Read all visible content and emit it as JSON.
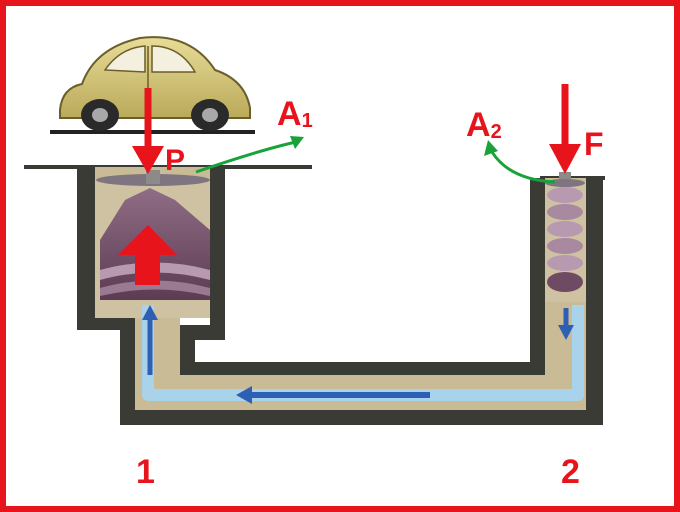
{
  "labels": {
    "car_force": "P",
    "piston1_area": "A",
    "piston1_area_sub": "1",
    "piston2_area": "A",
    "piston2_area_sub": "2",
    "applied_force": "F",
    "cylinder1": "1",
    "cylinder2": "2"
  },
  "colors": {
    "frame": "#e8141b",
    "label": "#e8141b",
    "arrow_force": "#e8141b",
    "arrow_area": "#1aa23a",
    "tube_wall": "#3b3b35",
    "tube_fill": "#c8bb95",
    "fluid": "#a9d3ea",
    "flow_arrow": "#2f5fb5",
    "piston_dark": "#6f4a63",
    "piston_light": "#b79ab0",
    "car": "#d6c77a"
  },
  "icons": {
    "car": "car-icon",
    "flow": "flow-arrow-icon"
  }
}
